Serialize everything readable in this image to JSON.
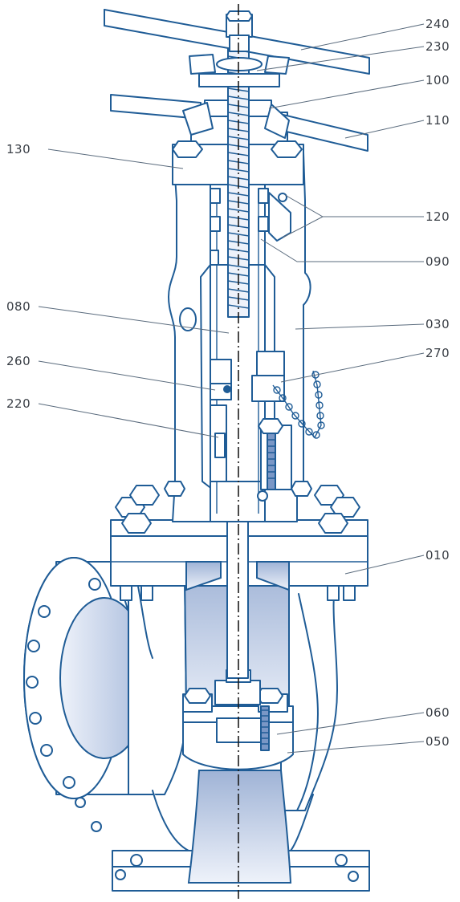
{
  "labels": {
    "l240": "240",
    "l230": "230",
    "l100": "100",
    "l110": "110",
    "l130": "130",
    "l120": "120",
    "l090": "090",
    "l080": "080",
    "l030": "030",
    "l260": "260",
    "l270": "270",
    "l220": "220",
    "l010": "010",
    "l060": "060",
    "l050": "050"
  },
  "colors": {
    "outline": "#1f5c96",
    "flow_top": "#9fb3d6",
    "flow_bottom": "#eef2fa",
    "label_text": "#3a3f46",
    "leader": "#5a6b7d"
  }
}
